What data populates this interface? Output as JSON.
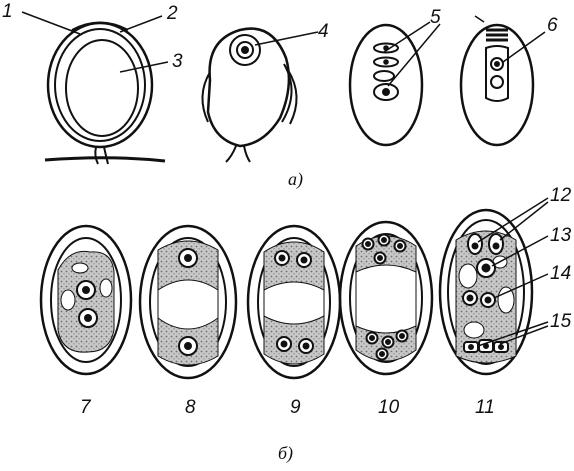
{
  "labels": {
    "l1": "1",
    "l2": "2",
    "l3": "3",
    "l4": "4",
    "l5": "5",
    "l6": "6",
    "l7": "7",
    "l8": "8",
    "l9": "9",
    "l10": "10",
    "l11": "11",
    "l12": "12",
    "l13": "13",
    "l14": "14",
    "l15": "15"
  },
  "captions": {
    "a": "а)",
    "b": "б)"
  },
  "colors": {
    "ink": "#111111",
    "paper": "#ffffff",
    "cytoplasm": "#bdbdbd"
  }
}
